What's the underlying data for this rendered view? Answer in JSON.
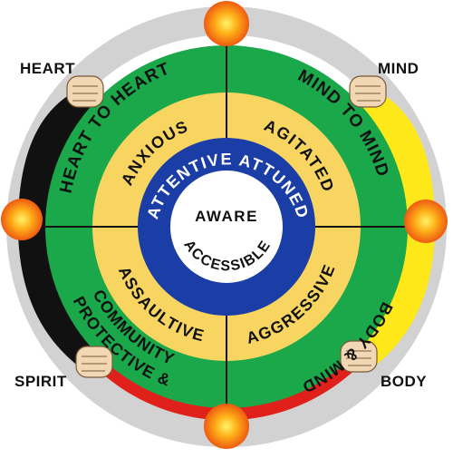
{
  "corners": {
    "top_left": "HEART",
    "top_right": "MIND",
    "bottom_left": "SPIRIT",
    "bottom_right": "BODY"
  },
  "outer_ring": {
    "top_left": "HEART TO HEART",
    "top_right": "MIND TO MIND",
    "bottom_left": "PROTECTIVE &",
    "bottom_left_2": "COMMUNITY",
    "bottom_right": "BODY & MIND"
  },
  "middle_ring": {
    "top_left": "ANXIOUS",
    "top_right": "AGITATED",
    "bottom_left": "ASSAULTIVE",
    "bottom_right": "AGGRESSIVE"
  },
  "inner_ring": {
    "top": "ATTENTIVE ATTUNED"
  },
  "center": {
    "line1": "AWARE",
    "line2": "ACCESSIBLE"
  },
  "colors": {
    "outer_ring": "#1aa84a",
    "middle_ring": "#f7d560",
    "inner_ring": "#1b3da6",
    "center": "#ffffff",
    "backdrop_ring": "#d2d2d2",
    "figure_black": "#111111",
    "figure_red": "#e0201a",
    "figure_yellow": "#ffe81a",
    "sun": "#f39a1a"
  }
}
